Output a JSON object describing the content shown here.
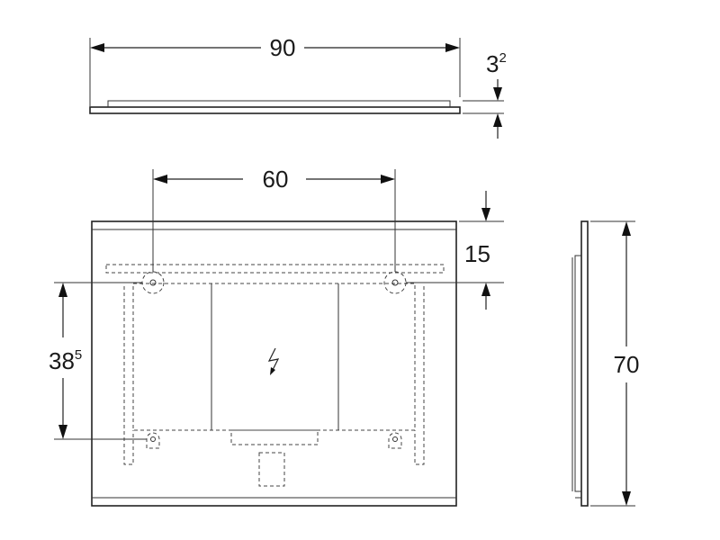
{
  "dimensions": {
    "overall_width": "90",
    "depth_main": "3",
    "depth_sup": "2",
    "hole_spacing": "60",
    "top_offset": "15",
    "vertical_spacing_main": "38",
    "vertical_spacing_sup": "5",
    "overall_height": "70"
  },
  "icons": {
    "electrical": "lightning-bolt-symbol"
  }
}
